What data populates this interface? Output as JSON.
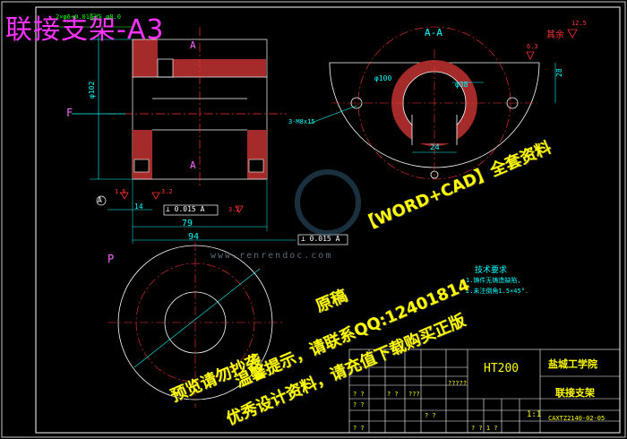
{
  "overlay_title": "联接支架-A3",
  "section_label": "A-A",
  "view_label_p": "P",
  "view_label_f": "F",
  "view_label_a": "A",
  "roughness_other": "其余",
  "roughness_vals": [
    "12.5",
    "6.3",
    "1.6",
    "3.2",
    "3.2"
  ],
  "top_note": "2×φ6+0.01配作 φ8.0",
  "dims": {
    "d102": "φ102",
    "d100": "φ100",
    "d38": "φ38",
    "w24": "24",
    "h28": "28",
    "thread": "3-M8x15",
    "l14": "14",
    "l79": "79",
    "l94": "94",
    "tol1_val": "0.015",
    "tol1_ref": "A",
    "tol2_val": "0.015",
    "tol2_ref": "A",
    "datum_a": "A"
  },
  "tech_title": "技术要求",
  "tech_lines": [
    "1.铸件无铸造缺陷,",
    "2.未注倒角1.5×45°."
  ],
  "watermark_site": "www.renrendoc.com",
  "watermark_lines": [
    "【WORD+CAD】全套资料",
    "原稿",
    "预览请勿抄袭",
    "温馨提示，请联系QQ:12401814",
    "优秀设计资料，请充值下载购买正版"
  ],
  "title_block": {
    "material": "HT200",
    "school": "盐城工学院",
    "part_name": "联接支架",
    "scale": "1:1",
    "drawing_no": "CAXTZ2140-02-05",
    "qmarks": [
      "? ?",
      "? ?",
      "? ?",
      "???",
      "? ?",
      "?????",
      "? ?",
      "? ? 1 ?"
    ]
  }
}
